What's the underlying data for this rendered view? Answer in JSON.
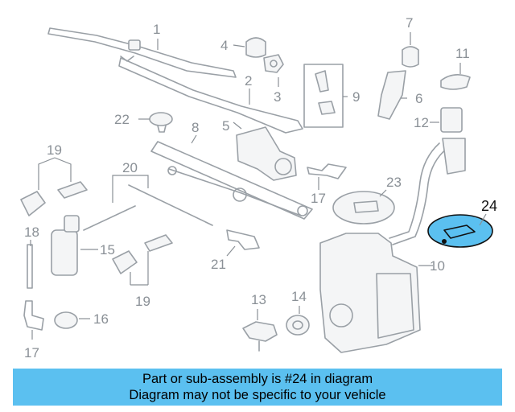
{
  "callouts": [
    "1",
    "2",
    "3",
    "4",
    "5",
    "6",
    "7",
    "8",
    "9",
    "10",
    "11",
    "12",
    "13",
    "14",
    "15",
    "16",
    "17",
    "17",
    "17",
    "18",
    "19",
    "19",
    "20",
    "21",
    "22",
    "23",
    "24"
  ],
  "highlighted_part": "24",
  "colors": {
    "banner": "#5bc0f0",
    "highlight": "#5bc0f0",
    "line_art": "#9aa0a6"
  },
  "banner": {
    "line1": "Part or sub-assembly is #24 in diagram",
    "line2": "Diagram may not be specific to your vehicle"
  }
}
